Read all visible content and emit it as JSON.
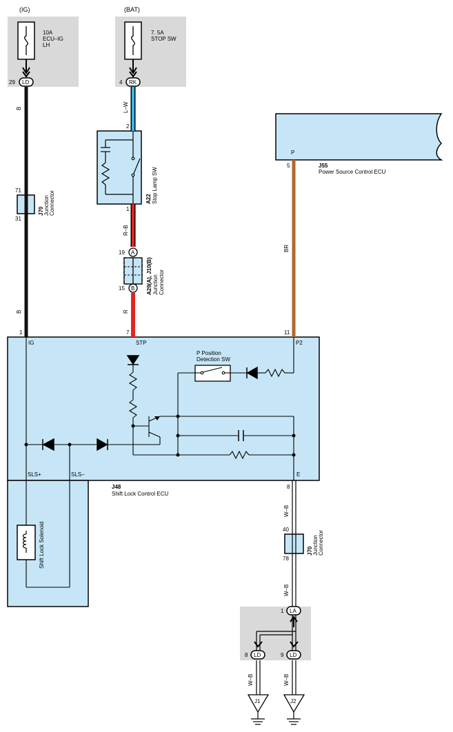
{
  "colors": {
    "gray_box": "#d9d9d9",
    "component_fill": "#c6e6f7",
    "wire_black": "#111111",
    "wire_light_blue": "#36b6e6",
    "wire_red": "#e52420",
    "wire_brown": "#b06834",
    "wire_white_black": "#000000"
  },
  "power": {
    "ig": {
      "source": "(IG)",
      "fuse_line1": "10A",
      "fuse_line2": "ECU–IG",
      "fuse_line3": "LH",
      "pin": "29",
      "conn": "LD"
    },
    "bat": {
      "source": "(BAT)",
      "fuse_line1": "7. 5A",
      "fuse_line2": "STOP SW",
      "pin": "4",
      "conn": "RK"
    }
  },
  "wires": {
    "b_top": "B",
    "b_bottom": "B",
    "lw": "L–W",
    "rb": "R–B",
    "r": "R",
    "br": "BR",
    "wb1": "W–B",
    "wb2": "W–B",
    "wb3": "W–B",
    "wb4": "W–B"
  },
  "j70_upper": {
    "id": "J70",
    "name1": "Junction",
    "name2": "Connector",
    "pin_top": "71",
    "pin_bottom": "31"
  },
  "j70_lower": {
    "id": "J70",
    "name1": "Junction",
    "name2": "Connector",
    "pin_top": "40",
    "pin_bottom": "78"
  },
  "stop_sw": {
    "id": "A22",
    "name": "Stop Lamp SW",
    "pin_top": "2",
    "pin_bottom": "1"
  },
  "junction_a29": {
    "id": "A29(A), J10(B)",
    "name1": "Junction",
    "name2": "Connector",
    "pin_a": "19",
    "label_a": "A",
    "pin_b": "15",
    "label_b": "B"
  },
  "j55": {
    "id": "J55",
    "name": "Power Source Control ECU",
    "terminal": "P",
    "pin": "5"
  },
  "j48": {
    "id": "J48",
    "name": "Shift Lock Control ECU",
    "ig_pin": "1",
    "ig": "IG",
    "stp_pin": "7",
    "stp": "STP",
    "p2_pin": "11",
    "p2": "P2",
    "sls_plus": "SLS+",
    "sls_minus": "SLS–",
    "e": "E",
    "e_pin": "8",
    "p_switch_line1": "P Position",
    "p_switch_line2": "Detection SW"
  },
  "solenoid": {
    "name": "Shift Lock Solenoid"
  },
  "ground": {
    "la_pin": "1",
    "la": "LA",
    "ld1_pin": "8",
    "ld1": "LD",
    "ld2_pin": "9",
    "ld2": "LD",
    "j1": "J1",
    "j2": "J2"
  }
}
